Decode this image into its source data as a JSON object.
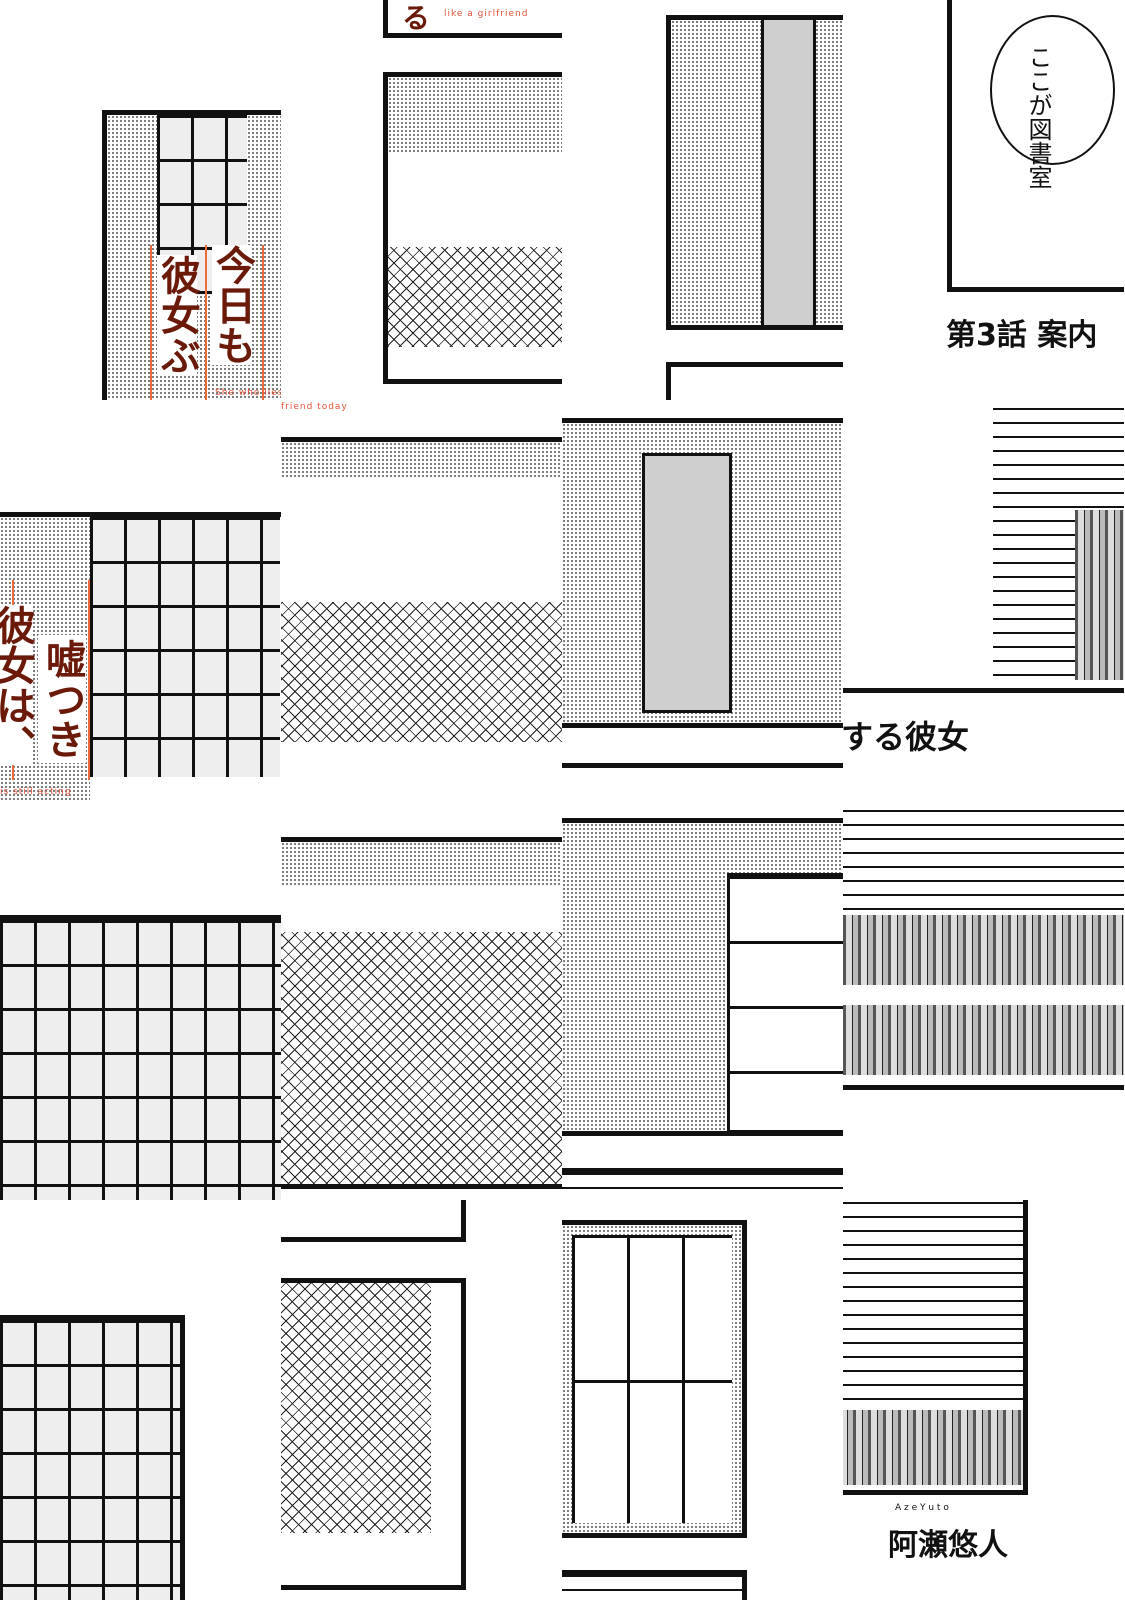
{
  "tiles": {
    "cover_top": {
      "title_col1": "今日も",
      "title_col2": "彼女ぶ",
      "subtitle_en": "She who lies"
    },
    "cover_mid": {
      "title_col1": "嘘つき",
      "title_col2": "彼女は、",
      "subtitle_en": "is still acting"
    },
    "title_fragment": {
      "char": "る",
      "subtitle_en": "like a girlfriend"
    },
    "title_fragment_bottom": {
      "subtitle_en": "friend today"
    },
    "library_bubble": {
      "speech": "ここが図書室"
    },
    "chapter": {
      "label": "第3話 案内"
    },
    "chapter_cont": {
      "label": "する彼女"
    },
    "author": {
      "romaji": "A z e Y u t o",
      "name": "阿瀬悠人"
    }
  }
}
